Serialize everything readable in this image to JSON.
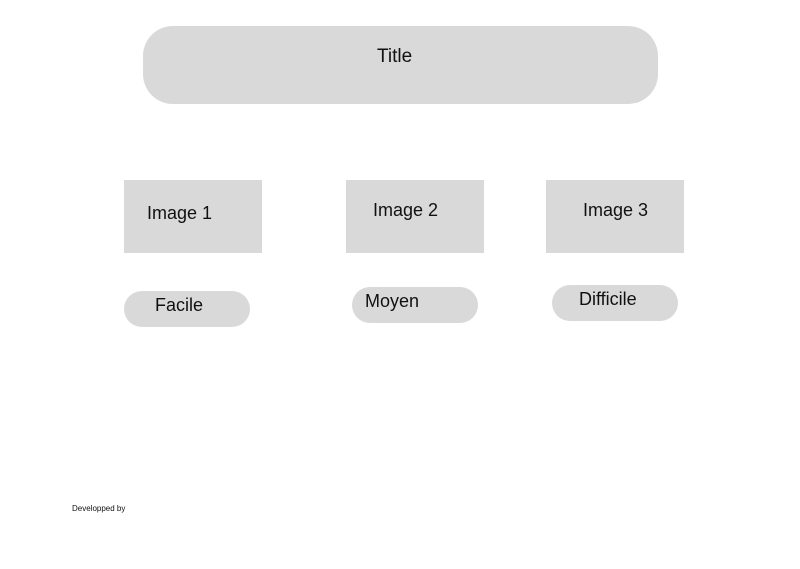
{
  "header": {
    "title": "Title"
  },
  "images": [
    {
      "label": "Image 1"
    },
    {
      "label": "Image 2"
    },
    {
      "label": "Image 3"
    }
  ],
  "difficulty_buttons": [
    {
      "label": "Facile"
    },
    {
      "label": "Moyen"
    },
    {
      "label": "Difficile"
    }
  ],
  "footer": {
    "text": "Developped by"
  },
  "colors": {
    "placeholder_fill": "#d9d9d9",
    "background": "#ffffff",
    "text": "#111111"
  }
}
